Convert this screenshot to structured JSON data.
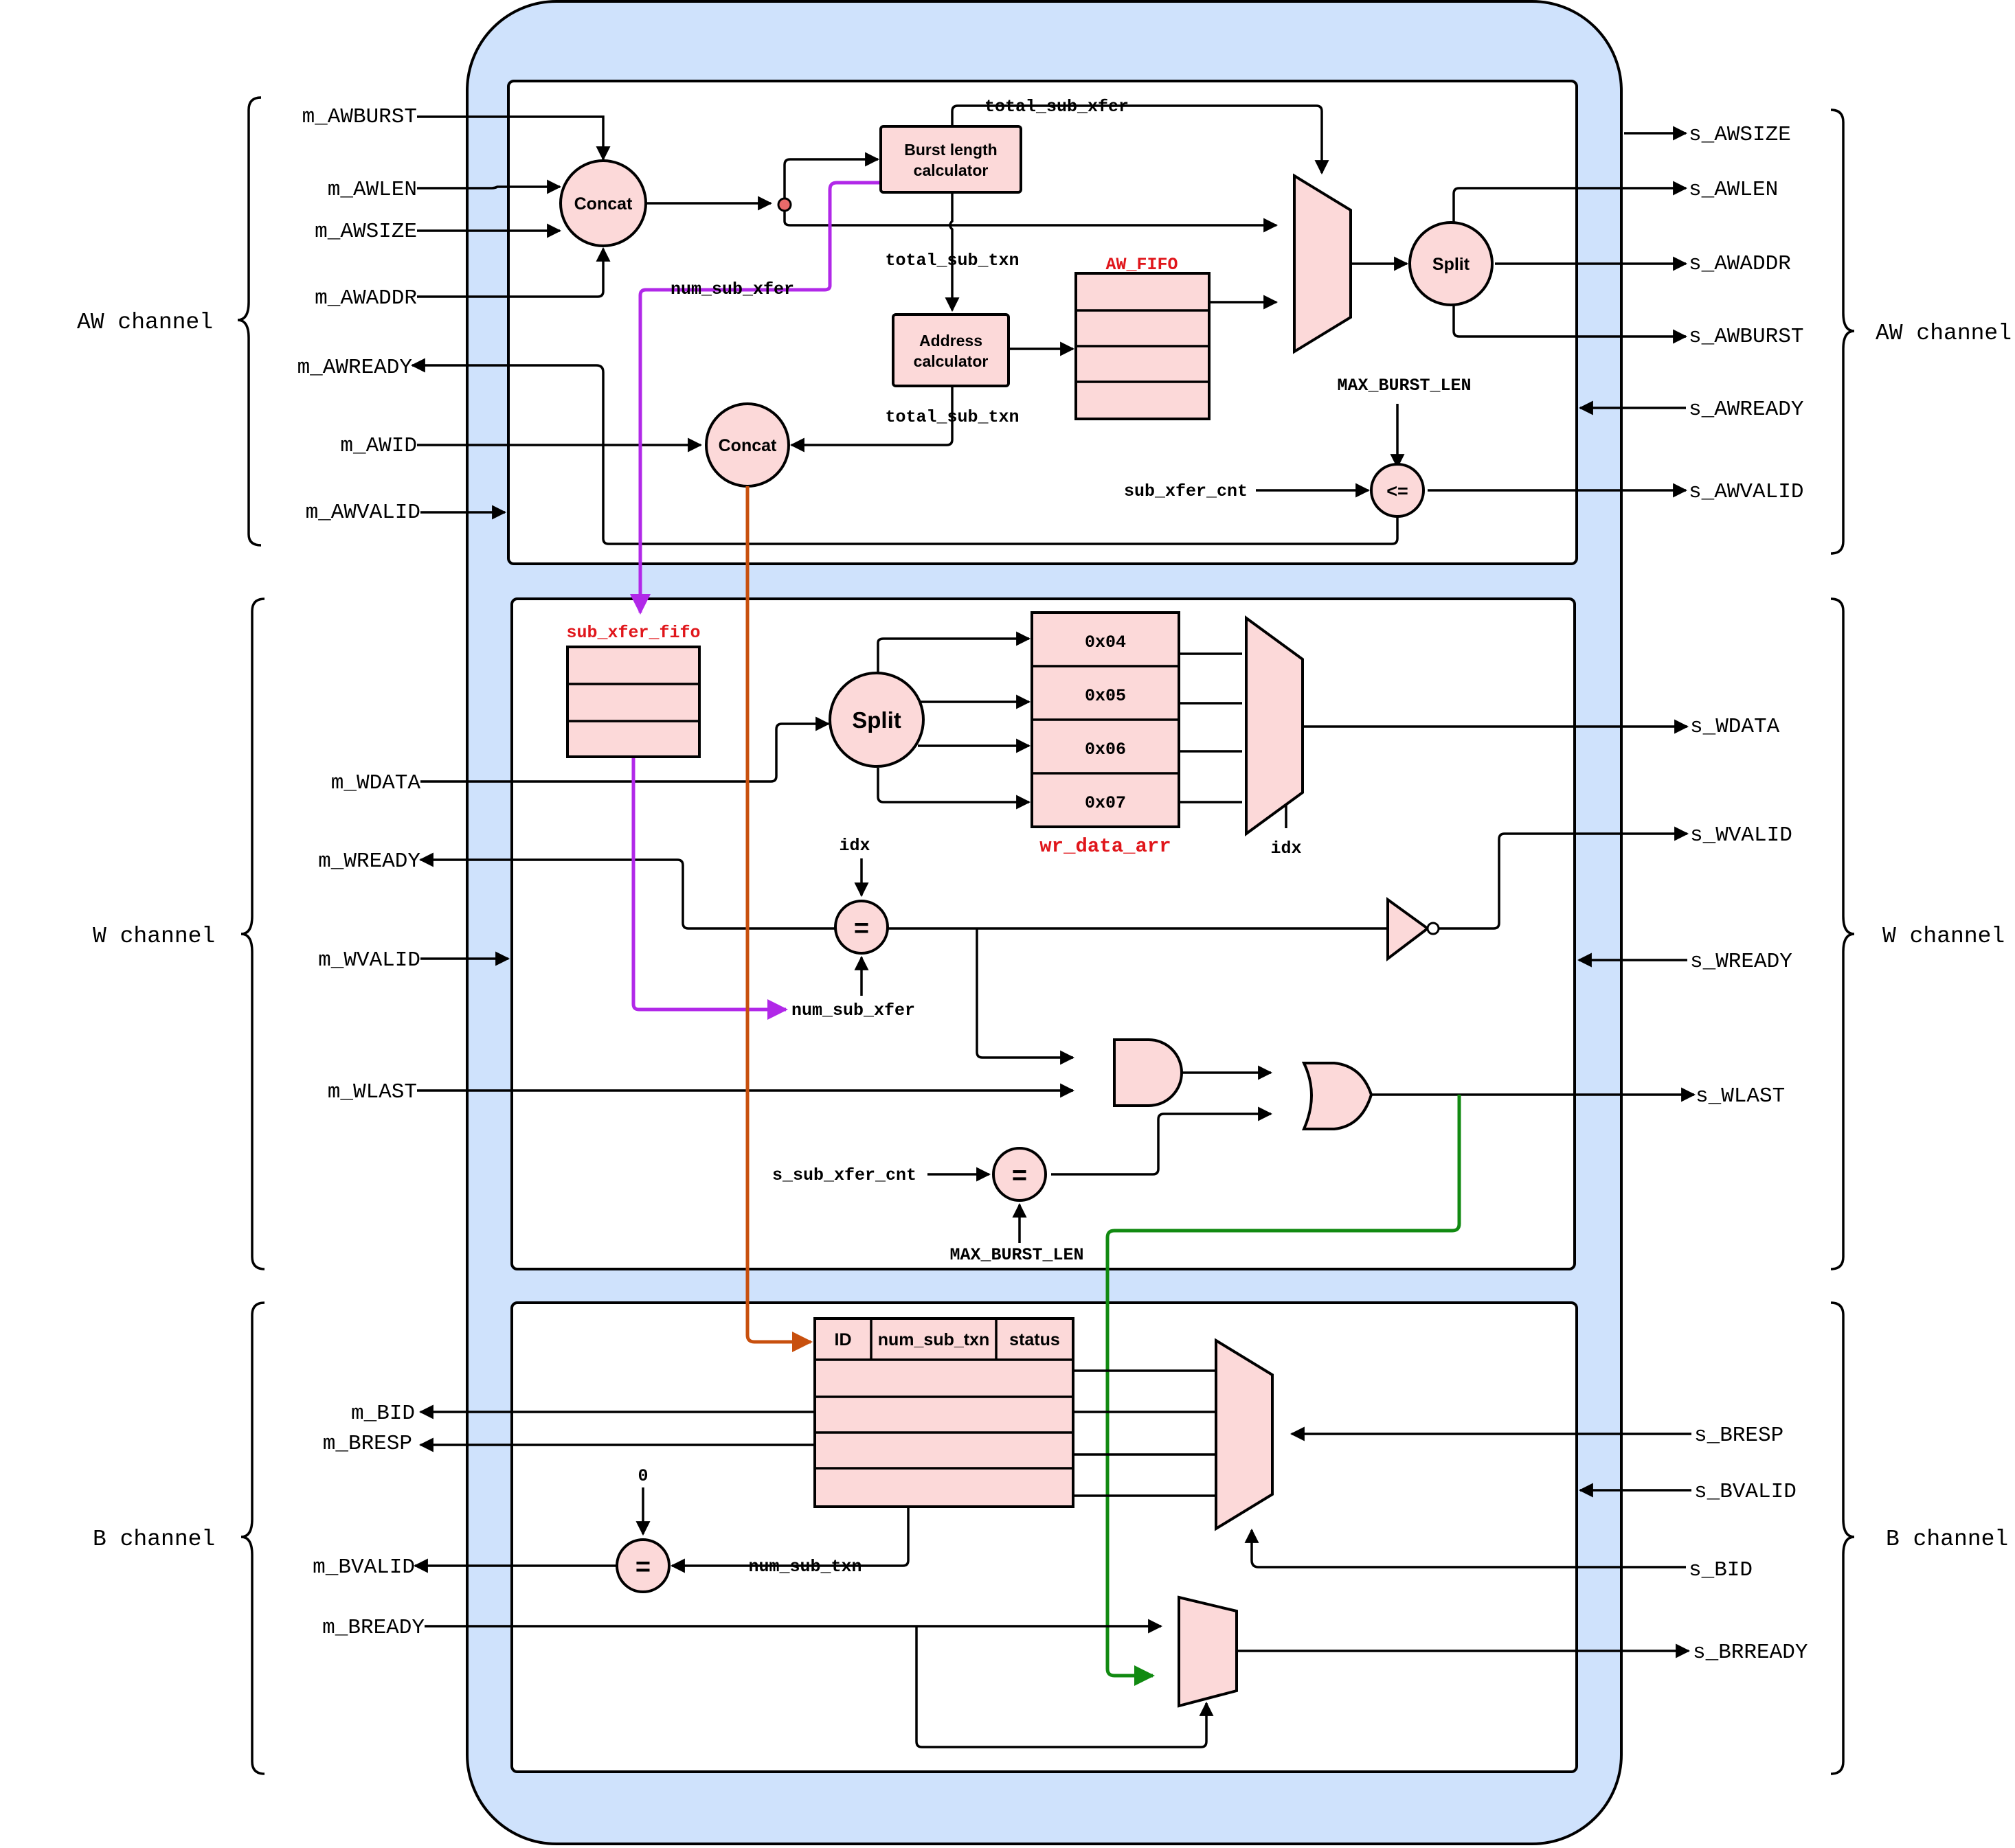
{
  "left_channels": {
    "aw": "AW channel",
    "w": "W channel",
    "b": "B channel"
  },
  "right_channels": {
    "aw": "AW channel",
    "w": "W channel",
    "b": "B channel"
  },
  "left_signals": {
    "m_awburst": "m_AWBURST",
    "m_awlen": "m_AWLEN",
    "m_awsize": "m_AWSIZE",
    "m_awaddr": "m_AWADDR",
    "m_awready": "m_AWREADY",
    "m_awid": "m_AWID",
    "m_awvalid": "m_AWVALID",
    "m_wdata": "m_WDATA",
    "m_wready": "m_WREADY",
    "m_wvalid": "m_WVALID",
    "m_wlast": "m_WLAST",
    "m_bid": "m_BID",
    "m_bresp": "m_BRESP",
    "m_bvalid": "m_BVALID",
    "m_bready": "m_BREADY"
  },
  "right_signals": {
    "s_awsize": "s_AWSIZE",
    "s_awlen": "s_AWLEN",
    "s_awaddr": "s_AWADDR",
    "s_awburst": "s_AWBURST",
    "s_awready": "s_AWREADY",
    "s_awvalid": "s_AWVALID",
    "s_wdata": "s_WDATA",
    "s_wvalid": "s_WVALID",
    "s_wready": "s_WREADY",
    "s_wlast": "s_WLAST",
    "s_bresp": "s_BRESP",
    "s_bvalid": "s_BVALID",
    "s_bid": "s_BID",
    "s_brready": "s_BRREADY"
  },
  "aw_block": {
    "concat_top": "Concat",
    "burst_calc": [
      "Burst length",
      "calculator"
    ],
    "addr_calc": [
      "Address",
      "calculator"
    ],
    "aw_fifo": "AW_FIFO",
    "split": "Split",
    "concat_bottom": "Concat",
    "le_op": "<=",
    "total_sub_xfer": "total_sub_xfer",
    "total_sub_txn_a": "total_sub_txn",
    "total_sub_txn_b": "total_sub_txn",
    "num_sub_xfer": "num_sub_xfer",
    "max_burst_len": "MAX_BURST_LEN",
    "sub_xfer_cnt": "sub_xfer_cnt"
  },
  "w_block": {
    "sub_xfer_fifo": "sub_xfer_fifo",
    "split": "Split",
    "wr_data": [
      "0x04",
      "0x05",
      "0x06",
      "0x07"
    ],
    "wr_data_arr": "wr_data_arr",
    "idx_mux": "idx",
    "idx_eq": "idx",
    "eq_op": "=",
    "num_sub_xfer": "num_sub_xfer",
    "s_sub_xfer_cnt": "s_sub_xfer_cnt",
    "eq2_op": "=",
    "max_burst_len": "MAX_BURST_LEN"
  },
  "b_block": {
    "table_headers": [
      "ID",
      "num_sub_txn",
      "status"
    ],
    "zero": "0",
    "eq_op": "=",
    "num_sub_txn": "num_sub_txn"
  },
  "colors": {
    "outer_fill": "#cfe2fc",
    "component_fill": "#fcd9d9",
    "num_sub_xfer_wire": "#b128e8",
    "id_wire": "#c8500e",
    "wlast_wire": "#118a11",
    "fifo_label": "#e0161b"
  }
}
